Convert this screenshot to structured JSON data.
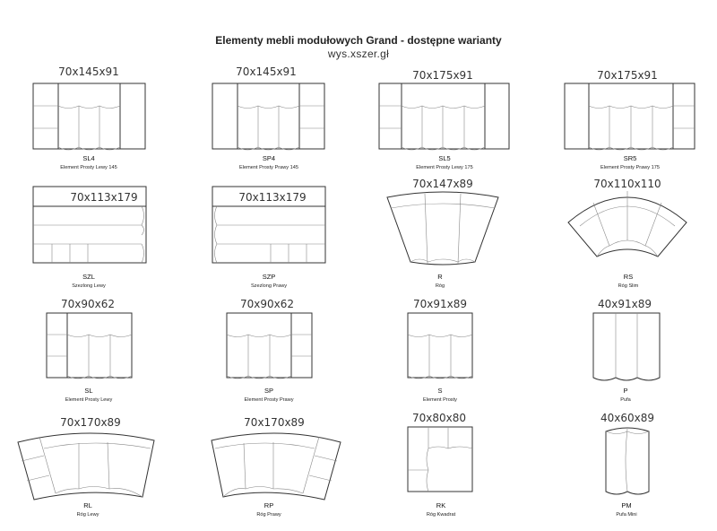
{
  "title": "Elementy mebli modułowych Grand - dostępne warianty",
  "subtitle": "wys.xszer.gł",
  "modules": [
    {
      "code": "SL4",
      "name": "Element Prosty Lewy 145",
      "dims": "70x145x91"
    },
    {
      "code": "SP4",
      "name": "Element Prosty Prawy 145",
      "dims": "70x145x91"
    },
    {
      "code": "SL5",
      "name": "Element Prosty Lewy 175",
      "dims": "70x175x91"
    },
    {
      "code": "SR5",
      "name": "Element Prosty Prawy 175",
      "dims": "70x175x91"
    },
    {
      "code": "SZL",
      "name": "Szezlong Lewy",
      "dims": "70x113x179"
    },
    {
      "code": "SZP",
      "name": "Szezlong Prawy",
      "dims": "70x113x179"
    },
    {
      "code": "R",
      "name": "Róg",
      "dims": "70x147x89"
    },
    {
      "code": "RS",
      "name": "Róg Slim",
      "dims": "70x110x110"
    },
    {
      "code": "SL",
      "name": "Element Prosty Lewy",
      "dims": "70x90x62"
    },
    {
      "code": "SP",
      "name": "Element Prosty Prawy",
      "dims": "70x90x62"
    },
    {
      "code": "S",
      "name": "Element Prosty",
      "dims": "70x91x89"
    },
    {
      "code": "P",
      "name": "Pufa",
      "dims": "40x91x89"
    },
    {
      "code": "RL",
      "name": "Róg Lewy",
      "dims": "70x170x89"
    },
    {
      "code": "RP",
      "name": "Róg Prawy",
      "dims": "70x170x89"
    },
    {
      "code": "RK",
      "name": "Róg Kwadrat",
      "dims": "70x80x80"
    },
    {
      "code": "PM",
      "name": "Pufa Mini",
      "dims": "40x60x89"
    }
  ]
}
